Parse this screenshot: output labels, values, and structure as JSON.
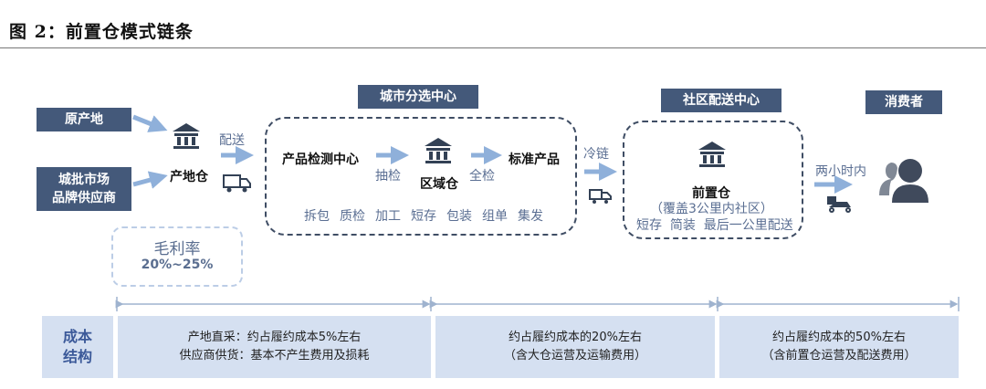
{
  "title": "图 2：前置仓模式链条",
  "sources": {
    "origin": "原产地",
    "wholesale": "城批市场\n品牌供应商"
  },
  "origin_warehouse": {
    "label": "产地仓",
    "arrow_label": "配送"
  },
  "city_center": {
    "title": "城市分选中心",
    "inspection": "产品检测中心",
    "spot_check": "抽检",
    "regional_warehouse": "区域仓",
    "full_check": "全检",
    "standard_product": "标准产品",
    "operations": [
      "拆包",
      "质检",
      "加工",
      "短存",
      "包装",
      "组单",
      "集发"
    ]
  },
  "cold_chain_label": "冷链",
  "community_center": {
    "title": "社区配送中心",
    "warehouse": "前置仓",
    "coverage": "（覆盖3公里内社区）",
    "operations": "短存  简装  最后一公里配送"
  },
  "delivery_time": "两小时内",
  "consumer": "消费者",
  "gross_margin": {
    "label": "毛利率",
    "value": "20%~25%"
  },
  "cost": {
    "header": "成本\n结构",
    "cells": [
      {
        "line1": "产地直采：约占履约成本5%左右",
        "line2": "供应商供货：基本不产生费用及损耗"
      },
      {
        "line1": "约占履约成本的20%左右",
        "line2": "（含大仓运营及运输费用）"
      },
      {
        "line1": "约占履约成本的50%左右",
        "line2": "（含前置仓运营及配送费用）"
      }
    ]
  },
  "colors": {
    "dark_box": "#44597a",
    "light_fill": "#d5e0f1",
    "arrow": "#8fb0da",
    "text_blue": "#5b6f93"
  }
}
